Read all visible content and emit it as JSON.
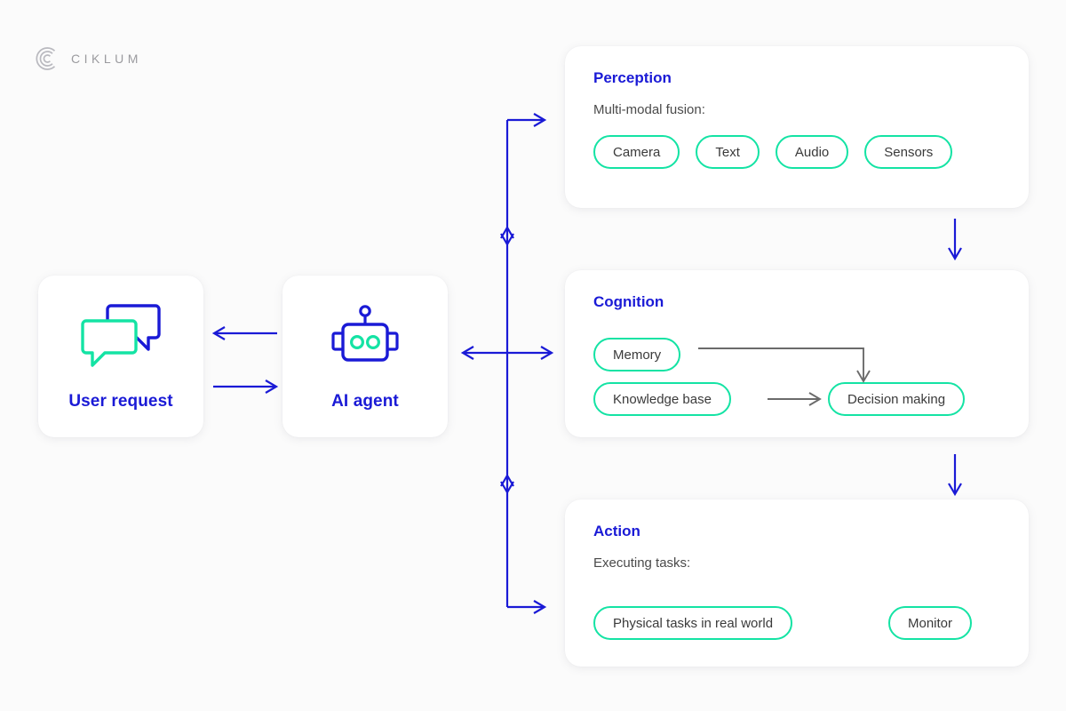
{
  "brand": {
    "name": "CIKLUM",
    "logo_icon": "ciklum-arcs-logo"
  },
  "colors": {
    "accent_blue": "#1a1ad6",
    "accent_green": "#14e3a4",
    "arrow_gray": "#6b6b6b",
    "text_dark": "#3a3a3a",
    "page_background": "#fbfbfb",
    "card_background": "#ffffff"
  },
  "left_nodes": [
    {
      "id": "user-request",
      "label": "User request",
      "icon": "chat-bubbles-icon"
    },
    {
      "id": "ai-agent",
      "label": "AI agent",
      "icon": "robot-icon"
    }
  ],
  "panels": [
    {
      "id": "perception",
      "title": "Perception",
      "subtitle": "Multi-modal fusion:",
      "pills": [
        "Camera",
        "Text",
        "Audio",
        "Sensors"
      ]
    },
    {
      "id": "cognition",
      "title": "Cognition",
      "subtitle": "",
      "pills": [
        "Memory",
        "Knowledge base",
        "Decision making"
      ]
    },
    {
      "id": "action",
      "title": "Action",
      "subtitle": "Executing tasks:",
      "pills": [
        "Physical tasks in real world",
        "Monitor"
      ]
    }
  ],
  "connectors": [
    {
      "id": "agent-to-user",
      "direction": "left",
      "color": "#1a1ad6"
    },
    {
      "id": "user-to-agent",
      "direction": "right",
      "color": "#1a1ad6"
    },
    {
      "id": "agent-to-spine",
      "direction": "bidirectional-horizontal",
      "color": "#1a1ad6"
    },
    {
      "id": "spine-to-perception",
      "direction": "right",
      "color": "#1a1ad6"
    },
    {
      "id": "spine-to-cognition",
      "direction": "bidirectional-vertical",
      "color": "#1a1ad6"
    },
    {
      "id": "spine-to-action",
      "direction": "right",
      "color": "#1a1ad6"
    },
    {
      "id": "perception-to-cognition",
      "direction": "down",
      "color": "#1a1ad6"
    },
    {
      "id": "cognition-to-action",
      "direction": "down",
      "color": "#1a1ad6"
    },
    {
      "id": "memory-to-decision",
      "direction": "elbow-down",
      "color": "#6b6b6b"
    },
    {
      "id": "knowledge-to-decision",
      "direction": "right",
      "color": "#6b6b6b"
    }
  ]
}
